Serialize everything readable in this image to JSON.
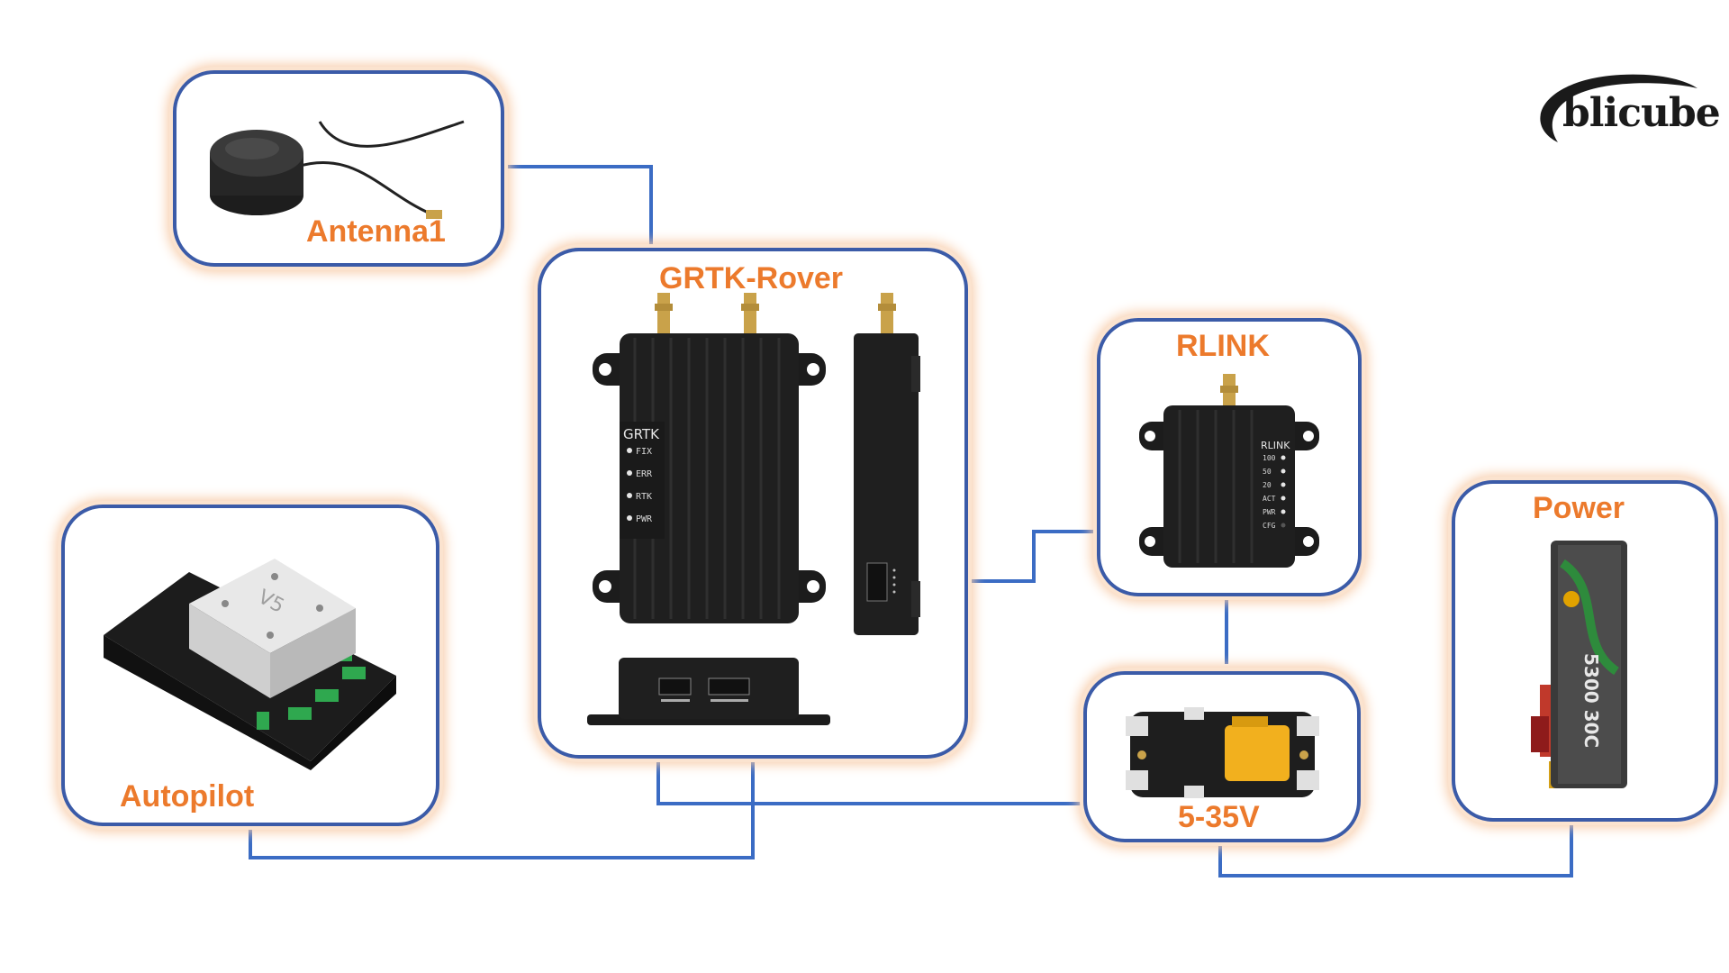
{
  "brand": {
    "logo_text": "blicube"
  },
  "nodes": {
    "antenna": {
      "label": "Antenna1"
    },
    "grtk": {
      "label": "GRTK-Rover",
      "device_title": "GRTK",
      "leds": [
        "FIX",
        "ERR",
        "RTK",
        "PWR"
      ]
    },
    "rlink": {
      "label": "RLINK",
      "device_title": "RLINK",
      "leds": [
        "100",
        "50",
        "20",
        "ACT",
        "PWR",
        "CFG"
      ]
    },
    "autopilot": {
      "label": "Autopilot",
      "module_text": "V5"
    },
    "power": {
      "label": "Power",
      "battery_text": "5300 30C"
    },
    "regulator": {
      "label": "5-35V"
    }
  },
  "colors": {
    "wire": "#3b6cc4",
    "border": "#3b5ba8",
    "label": "#ec7a2c"
  }
}
